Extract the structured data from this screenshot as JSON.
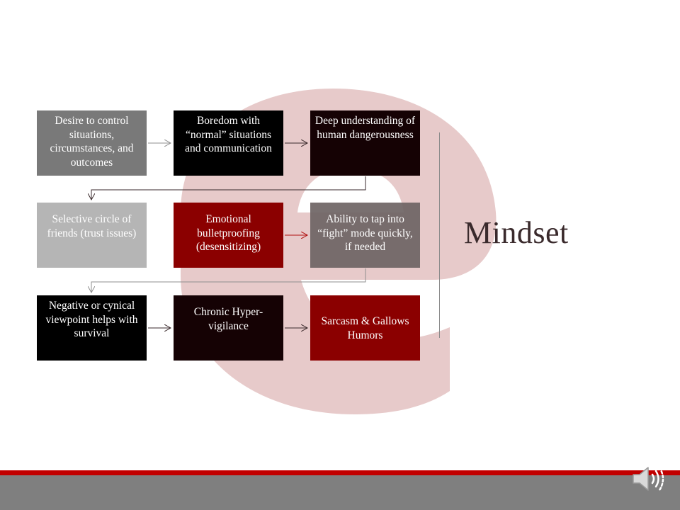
{
  "title": "Mindset",
  "boxes": [
    {
      "id": "control",
      "text": "Desire to control situations, circumstances, and outcomes"
    },
    {
      "id": "boredom",
      "text": "Boredom with “normal” situations and communication"
    },
    {
      "id": "understanding",
      "text": "Deep understanding of human dangerousness"
    },
    {
      "id": "friends",
      "text": "Selective circle of friends (trust issues)"
    },
    {
      "id": "bulletproofing",
      "text": "Emotional bulletproofing (desensitizing)"
    },
    {
      "id": "fight",
      "text": "Ability to tap into “fight” mode quickly, if needed"
    },
    {
      "id": "negative",
      "text": "Negative or cynical viewpoint helps with survival"
    },
    {
      "id": "hypervigilance",
      "text": "Chronic Hyper-vigilance"
    },
    {
      "id": "sarcasm",
      "text": "Sarcasm & Gallows Humors"
    }
  ],
  "colors": {
    "accent_red": "#8b0000",
    "footer_red": "#c10000",
    "footer_gray": "#7f7f7f",
    "watermark": "#e6c8c8"
  },
  "icons": {
    "speaker": "speaker-icon",
    "watermark": "logo-e-watermark"
  }
}
